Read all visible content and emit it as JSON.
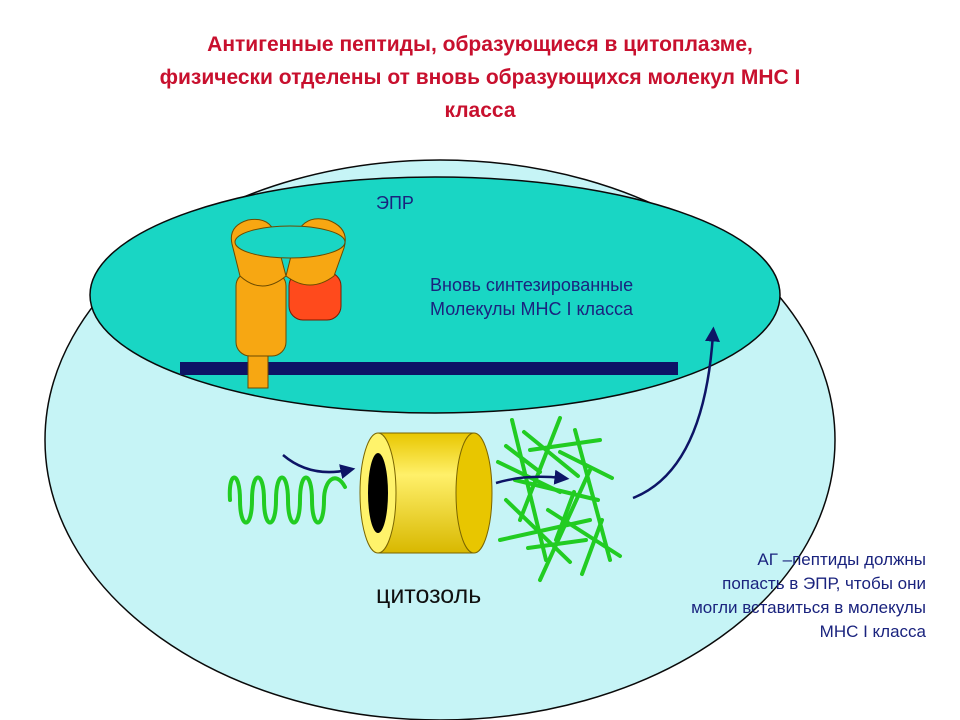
{
  "title": {
    "line1": "Антигенные пептиды, образующиеся в цитоплазме,",
    "line2": "физически отделены от вновь образующихся молекул МНС I",
    "line3": "класса"
  },
  "labels": {
    "er": "ЭПР",
    "new_mhc_line1": "Вновь синтезированные",
    "new_mhc_line2": "Молекулы МНС I класса",
    "cytosol": "цитозоль",
    "note_line1": "АГ –пептиды должны",
    "note_line2": "попасть в ЭПР, чтобы они",
    "note_line3": "могли вставиться в молекулы",
    "note_line4": "МНС I класса"
  },
  "colors": {
    "title": "#c8102e",
    "cell": "#c6f4f6",
    "er": "#19d6c4",
    "membrane": "#0d1466",
    "mhc_heavy": "#f7a712",
    "mhc_beta2m": "#ff4a1c",
    "proteasome": "#f2d400",
    "peptides": "#22cc22",
    "arrow": "#0d1466"
  },
  "icons": {
    "mhc": "mhc-class-i-molecule-icon",
    "proteasome": "proteasome-cylinder-icon",
    "protein": "unfolded-protein-icon",
    "peptides": "peptide-fragments-icon"
  }
}
